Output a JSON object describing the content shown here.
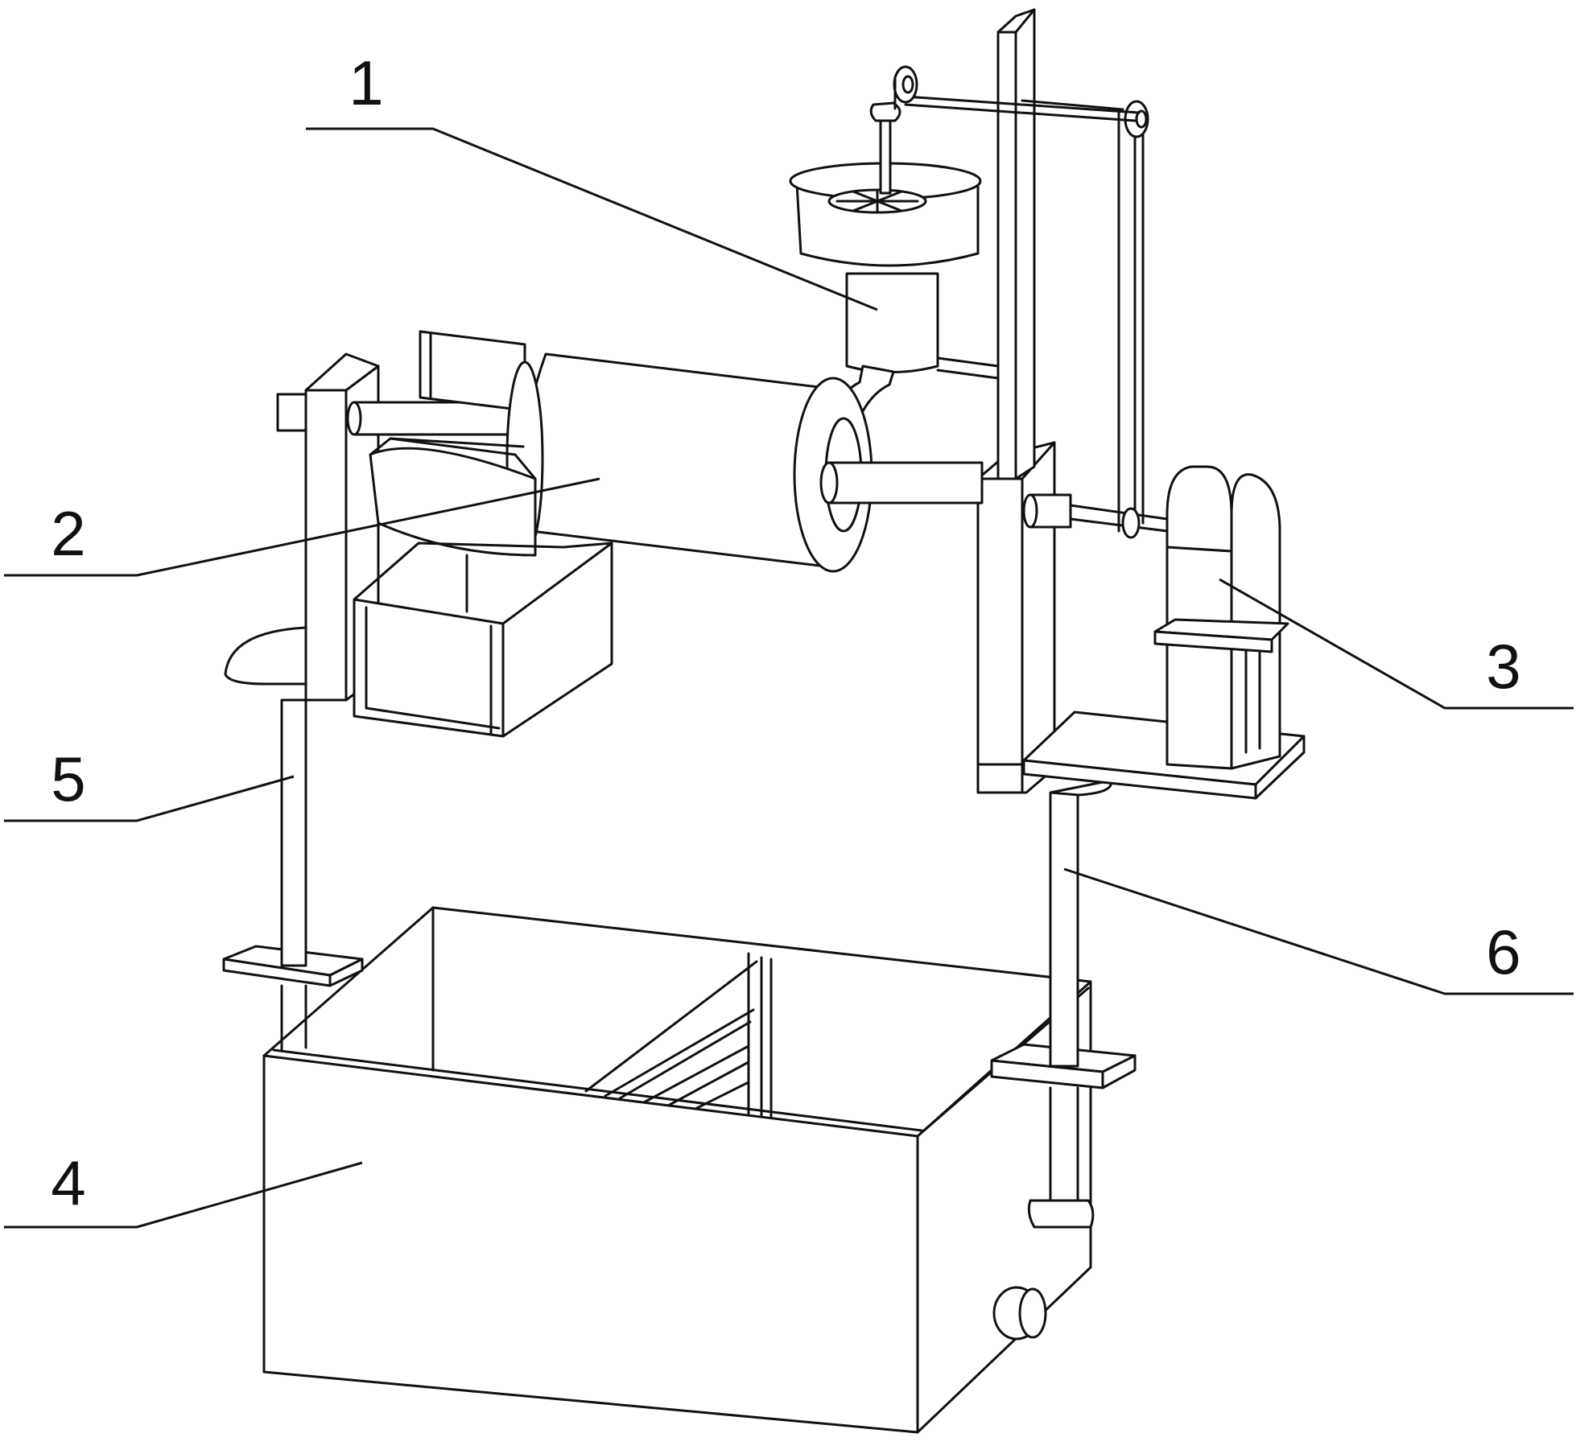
{
  "figure": {
    "labels": [
      {
        "id": "1",
        "text": "1"
      },
      {
        "id": "2",
        "text": "2"
      },
      {
        "id": "3",
        "text": "3"
      },
      {
        "id": "4",
        "text": "4"
      },
      {
        "id": "5",
        "text": "5"
      },
      {
        "id": "6",
        "text": "6"
      }
    ],
    "colors": {
      "line": "#111111",
      "background": "#ffffff"
    }
  }
}
